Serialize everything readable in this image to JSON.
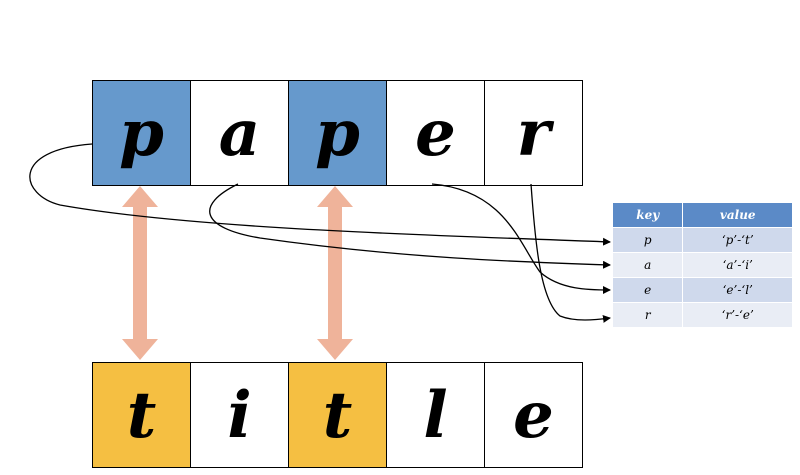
{
  "colors": {
    "match_top": "#6699cc",
    "match_bottom": "#f5bf42",
    "arrow_fill": "#efb39a",
    "table_header": "#5b8ac7",
    "table_row_odd": "#cfd9ec",
    "table_row_even": "#e9edf5"
  },
  "top_word": {
    "letters": [
      {
        "char": "p",
        "highlight": true
      },
      {
        "char": "a",
        "highlight": false
      },
      {
        "char": "p",
        "highlight": true
      },
      {
        "char": "e",
        "highlight": false
      },
      {
        "char": "r",
        "highlight": false
      }
    ]
  },
  "bottom_word": {
    "letters": [
      {
        "char": "t",
        "highlight": true
      },
      {
        "char": "i",
        "highlight": false
      },
      {
        "char": "t",
        "highlight": true
      },
      {
        "char": "l",
        "highlight": false
      },
      {
        "char": "e",
        "highlight": false
      }
    ]
  },
  "map_table": {
    "headers": [
      "key",
      "value"
    ],
    "rows": [
      {
        "key": "p",
        "value": "‘p’-‘t’"
      },
      {
        "key": "a",
        "value": "‘a’-‘i’"
      },
      {
        "key": "e",
        "value": "‘e’-‘l’"
      },
      {
        "key": "r",
        "value": "‘r’-‘e’"
      }
    ]
  }
}
